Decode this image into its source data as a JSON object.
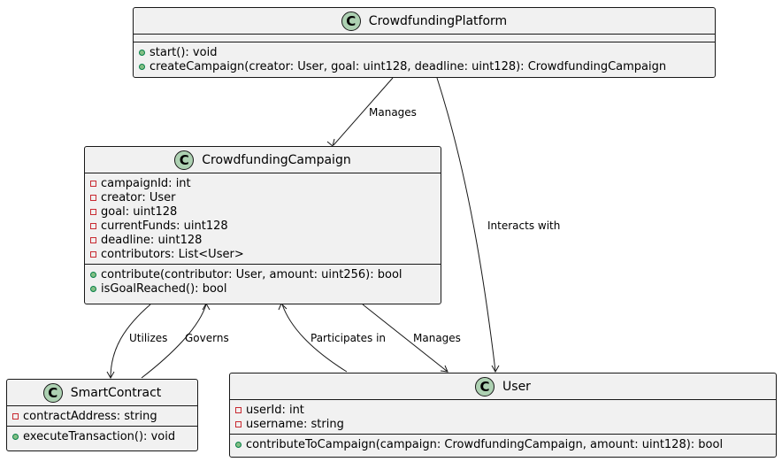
{
  "classes": {
    "platform": {
      "name": "CrowdfundingPlatform",
      "attributes": [],
      "methods": [
        {
          "vis": "public",
          "text": "start(): void"
        },
        {
          "vis": "public",
          "text": "createCampaign(creator: User, goal: uint128, deadline: uint128): CrowdfundingCampaign"
        }
      ]
    },
    "campaign": {
      "name": "CrowdfundingCampaign",
      "attributes": [
        {
          "vis": "private",
          "text": "campaignId: int"
        },
        {
          "vis": "private",
          "text": "creator: User"
        },
        {
          "vis": "private",
          "text": "goal: uint128"
        },
        {
          "vis": "private",
          "text": "currentFunds: uint128"
        },
        {
          "vis": "private",
          "text": "deadline: uint128"
        },
        {
          "vis": "private",
          "text": "contributors: List<User>"
        }
      ],
      "methods": [
        {
          "vis": "public",
          "text": "contribute(contributor: User, amount: uint256): bool"
        },
        {
          "vis": "public",
          "text": "isGoalReached(): bool"
        }
      ]
    },
    "smart_contract": {
      "name": "SmartContract",
      "attributes": [
        {
          "vis": "private",
          "text": "contractAddress: string"
        }
      ],
      "methods": [
        {
          "vis": "public",
          "text": "executeTransaction(): void"
        }
      ]
    },
    "user": {
      "name": "User",
      "attributes": [
        {
          "vis": "private",
          "text": "userId: int"
        },
        {
          "vis": "private",
          "text": "username: string"
        }
      ],
      "methods": [
        {
          "vis": "public",
          "text": "contributeToCampaign(campaign: CrowdfundingCampaign, amount: uint128): bool"
        }
      ]
    }
  },
  "relations": [
    {
      "from": "platform",
      "to": "campaign",
      "label": "Manages"
    },
    {
      "from": "platform",
      "to": "user",
      "label": "Interacts with"
    },
    {
      "from": "campaign",
      "to": "smart_contract",
      "label": "Utilizes"
    },
    {
      "from": "smart_contract",
      "to": "campaign",
      "label": "Governs"
    },
    {
      "from": "user",
      "to": "campaign",
      "label": "Participates in"
    },
    {
      "from": "campaign",
      "to": "user",
      "label": "Manages"
    }
  ],
  "colors": {
    "class_fill": "#f1f1f1",
    "class_border": "#181818",
    "class_icon": "#add1b2",
    "private_marker": "#c82930",
    "public_marker": "#84be84"
  }
}
